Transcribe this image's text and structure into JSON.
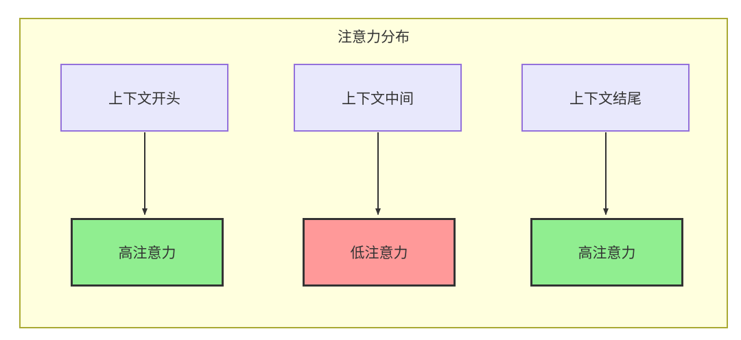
{
  "diagram": {
    "title": "注意力分布",
    "container": {
      "fill": "#ffffde",
      "stroke": "#aaaa33"
    },
    "colors": {
      "context_fill": "#e8e8fc",
      "context_stroke": "#9370db",
      "high_attention_fill": "#90ee90",
      "low_attention_fill": "#ff9999",
      "node_stroke": "#333333",
      "edge_stroke": "#333333",
      "text": "#333333"
    },
    "nodes": {
      "top": [
        {
          "id": "context-start",
          "label": "上下文开头"
        },
        {
          "id": "context-middle",
          "label": "上下文中间"
        },
        {
          "id": "context-end",
          "label": "上下文结尾"
        }
      ],
      "bottom": [
        {
          "id": "attention-start",
          "label": "高注意力",
          "level": "high"
        },
        {
          "id": "attention-middle",
          "label": "低注意力",
          "level": "low"
        },
        {
          "id": "attention-end",
          "label": "高注意力",
          "level": "high"
        }
      ]
    },
    "edges": [
      {
        "from": "context-start",
        "to": "attention-start",
        "arrow": "arrow-down-icon"
      },
      {
        "from": "context-middle",
        "to": "attention-middle",
        "arrow": "arrow-down-icon"
      },
      {
        "from": "context-end",
        "to": "attention-end",
        "arrow": "arrow-down-icon"
      }
    ]
  }
}
